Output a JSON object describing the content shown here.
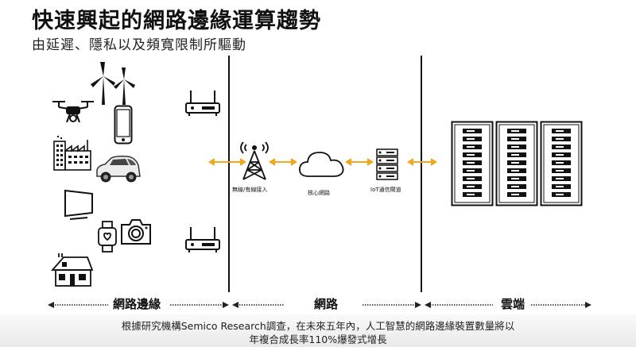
{
  "title": "快速興起的網路邊緣運算趨勢",
  "subtitle": "由延遲、隱私以及頻寬限制所驅動",
  "nodes": {
    "wireless": "無線/有線接入",
    "core": "核心網路",
    "iot_gateway": "IoT通信閘道"
  },
  "zones": {
    "edge": "網路邊緣",
    "network": "網路",
    "cloud": "雲端"
  },
  "footer": {
    "line1": "根據研究機構Semico Research調查，在未來五年內，人工智慧的網路邊緣裝置數量將以",
    "line2": "年複合成長率110%爆發式增長"
  },
  "colors": {
    "arrow": "#f0a81c",
    "ink": "#111111"
  },
  "icons": [
    "drone-icon",
    "wind-turbine-icon",
    "smartphone-icon",
    "factory-icon",
    "car-icon",
    "tv-icon",
    "smartwatch-icon",
    "camera-icon",
    "house-icon",
    "router-icon",
    "cell-tower-icon",
    "cloud-icon",
    "gateway-icon",
    "server-rack-icon"
  ]
}
